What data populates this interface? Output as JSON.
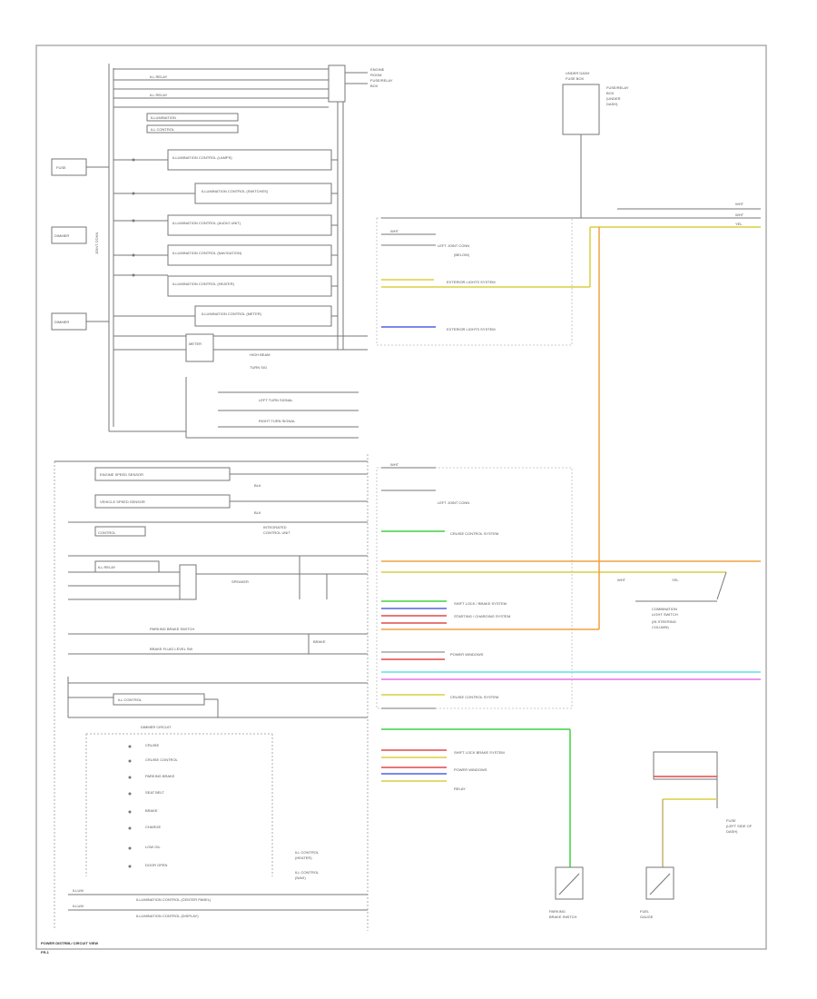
{
  "diagram": {
    "footer_title": "POWER DISTRIB./ CIRCUIT VIEW",
    "page_marker": "FR-1",
    "modules": [
      "ILLUMINATION CONTROL (LAMPS)",
      "ILLUMINATION CONTROL (SWITCHES)",
      "ILLUMINATION CONTROL (AUDIO UNIT)",
      "ILLUMINATION CONTROL (NAVIGATION)",
      "ILLUMINATION CONTROL (HEATER)",
      "ILLUMINATION CONTROL (METER)"
    ],
    "systems": [
      "EXTERIOR LIGHTS SYSTEM",
      "EXTERIOR LIGHTS SYSTEM",
      "CRUISE CONTROL SYSTEM",
      "SHIFT LOCK / BRAKE SYSTEM",
      "STARTING / CHARGING SYSTEM",
      "POWER WINDOWS",
      "CRUISE CONTROL SYSTEM",
      "SHIFT LOCK BRAKE SYSTEM",
      "POWER WINDOWS"
    ],
    "sensors": [
      "ENGINE SPEED SENSOR",
      "VEHICLE SPEED SENSOR",
      "PARKING BRAKE SWITCH",
      "BRAKE FLUID LEVEL SW"
    ],
    "wire_colors": [
      "WHT",
      "BLK",
      "YEL",
      "RED",
      "BLU",
      "GRN",
      "ORN",
      "PNK",
      "LT GRN",
      "LT BLU",
      "GRY"
    ],
    "colors": {
      "yellow": "#d8cf40",
      "orange": "#f0a040",
      "green": "#40d040",
      "red": "#e04848",
      "blue": "#5060e0",
      "cyan": "#60e0e8",
      "pink": "#e870e8",
      "tan": "#c8b070"
    }
  }
}
